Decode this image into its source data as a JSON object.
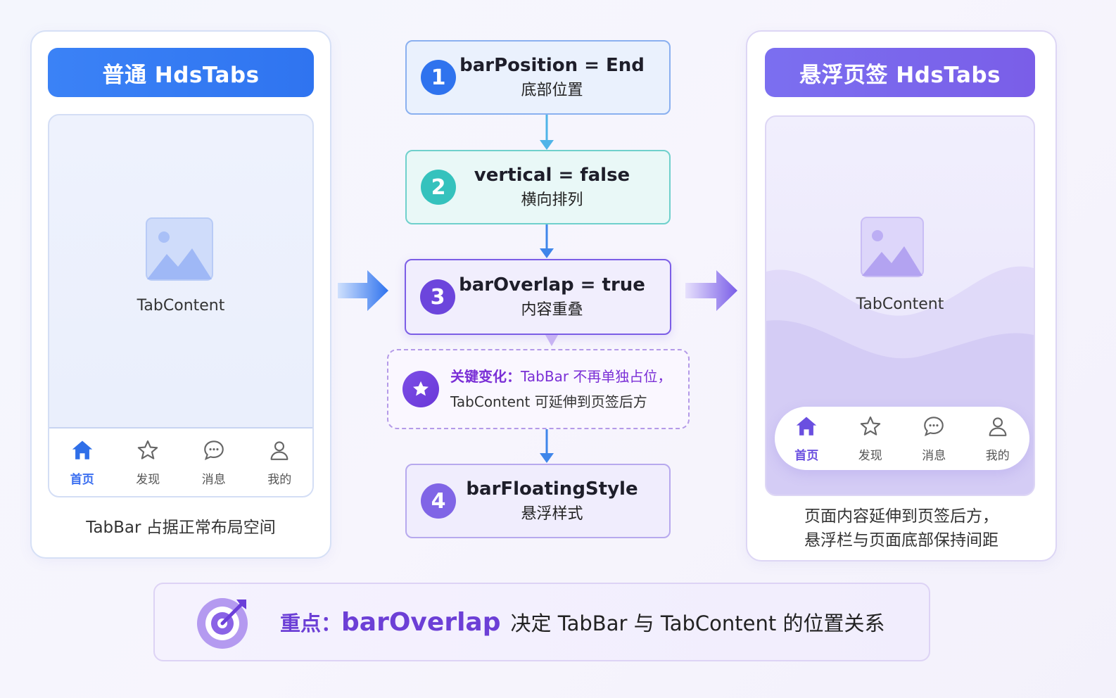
{
  "left_panel": {
    "title": "普通 HdsTabs",
    "content_label": "TabContent",
    "tabs": [
      {
        "label": "首页",
        "icon": "home-icon",
        "active": true
      },
      {
        "label": "发现",
        "icon": "star-icon",
        "active": false
      },
      {
        "label": "消息",
        "icon": "message-icon",
        "active": false
      },
      {
        "label": "我的",
        "icon": "user-icon",
        "active": false
      }
    ],
    "caption": "TabBar 占据正常布局空间"
  },
  "steps": [
    {
      "number": "1",
      "main": "barPosition = End",
      "sub": "底部位置",
      "color": "#2f73ee"
    },
    {
      "number": "2",
      "main": "vertical = false",
      "sub": "横向排列",
      "color": "#35c2bd"
    },
    {
      "number": "3",
      "main": "barOverlap = true",
      "sub": "内容重叠",
      "color": "#6c45dc"
    },
    {
      "number": "4",
      "main": "barFloatingStyle",
      "sub": "悬浮样式",
      "color": "#8065e6"
    }
  ],
  "key_note": {
    "key": "关键变化：",
    "line1_rest": "TabBar 不再单独占位，",
    "line2": "TabContent 可延伸到页签后方",
    "icon": "star-icon"
  },
  "right_panel": {
    "title": "悬浮页签 HdsTabs",
    "content_label": "TabContent",
    "tabs": [
      {
        "label": "首页",
        "icon": "home-icon",
        "active": true
      },
      {
        "label": "发现",
        "icon": "star-icon",
        "active": false
      },
      {
        "label": "消息",
        "icon": "message-icon",
        "active": false
      },
      {
        "label": "我的",
        "icon": "user-icon",
        "active": false
      }
    ],
    "caption_line1": "页面内容延伸到页签后方，",
    "caption_line2": "悬浮栏与页面底部保持间距"
  },
  "bottom_banner": {
    "key": "重点：",
    "code": "barOverlap",
    "rest": "决定 TabBar 与 TabContent 的位置关系",
    "icon": "target-icon"
  },
  "colors": {
    "blue_accent": "#3b82f6",
    "purple_accent": "#7a5ee8",
    "teal_accent": "#35c2bd"
  }
}
